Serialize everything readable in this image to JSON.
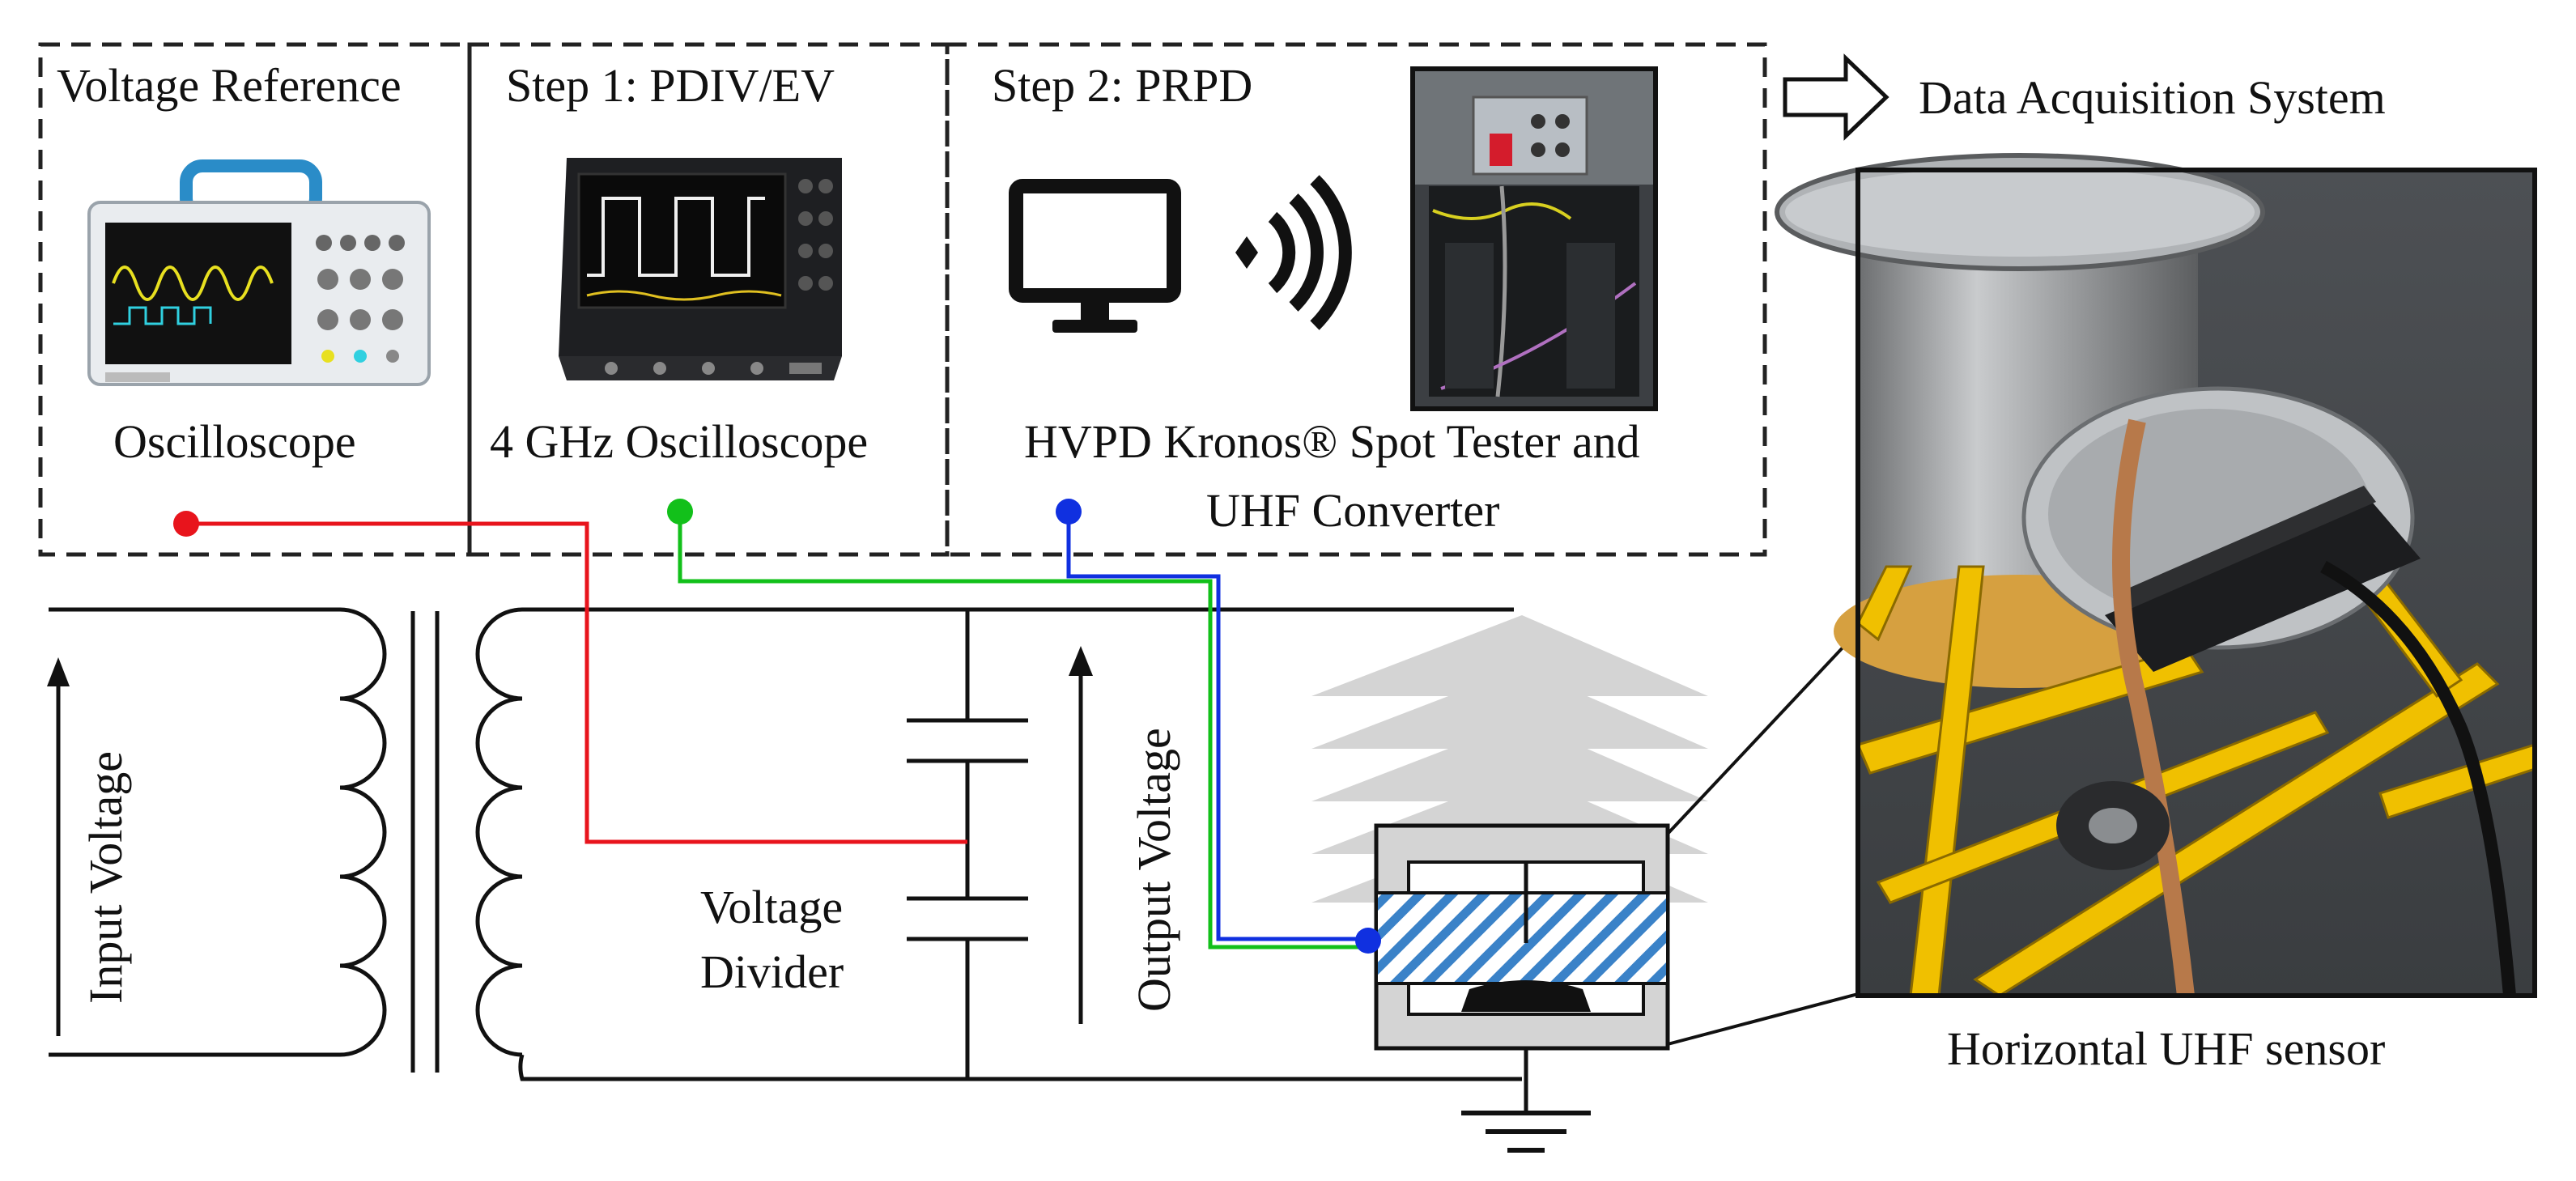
{
  "sections": {
    "voltage_reference": {
      "title": "Voltage Reference",
      "device": "Oscilloscope"
    },
    "step1": {
      "title": "Step 1: PDIV/EV",
      "device": "4 GHz Oscilloscope"
    },
    "step2": {
      "title": "Step 2: PRPD",
      "device_line1": "HVPD Kronos® Spot Tester and",
      "device_line2": "UHF Converter"
    }
  },
  "data_acquisition": {
    "label": "Data Acquisition System"
  },
  "circuit": {
    "input_voltage": "Input Voltage",
    "output_voltage": "Output Voltage",
    "divider_line1": "Voltage",
    "divider_line2": "Divider"
  },
  "photo": {
    "caption": "Horizontal UHF sensor"
  },
  "colors": {
    "reference_wire": "#e8141c",
    "step1_wire": "#12c01a",
    "step2_wire": "#1030e0",
    "bushing": "#d4d4d4",
    "insulation_hatch": "#3a82c8",
    "frame": "#f0c000"
  },
  "icons": [
    "oscilloscope-image",
    "4ghz-oscilloscope-image",
    "monitor-icon",
    "wireless-signal-icon",
    "spot-tester-photo",
    "hollow-arrow-icon",
    "ground-icon",
    "uhf-sensor-photo"
  ]
}
